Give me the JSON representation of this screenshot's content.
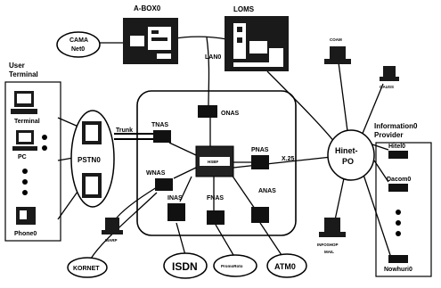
{
  "nodes": {
    "a_box": "A-BOX0",
    "loms": "LOMS",
    "lan": "LAN0",
    "cama": [
      "CAMA",
      "Net0"
    ],
    "user_terminal": [
      "User",
      "Terminal"
    ],
    "terminal": "Terminal",
    "pc": "PC",
    "phone": "Phone0",
    "pstn": "PSTN0",
    "trunk": "Trunk",
    "tnas": "TNAS",
    "onas": "ONAS",
    "hsbf": "HSBF",
    "pnas": "PNAS",
    "wnas": "WNAS",
    "inas": "INAS",
    "fnas": "FNAS",
    "anas": "ANAS",
    "x25": "X.25",
    "hinet": [
      "Hinet-",
      "PO"
    ],
    "coam": "COAM",
    "gauss": "GAUSS",
    "info_provider": [
      "Information0",
      "Provider"
    ],
    "hitel": "Hitel0",
    "dacom": "Dacom0",
    "nowhuri": "Nowhuri0",
    "infoshop": [
      "INFOSHOP",
      "MAIL"
    ],
    "warp": "WARP",
    "kornet": "KORNET",
    "isdn": "ISDN",
    "promo": "PromoRoto",
    "atm": "ATM0"
  }
}
